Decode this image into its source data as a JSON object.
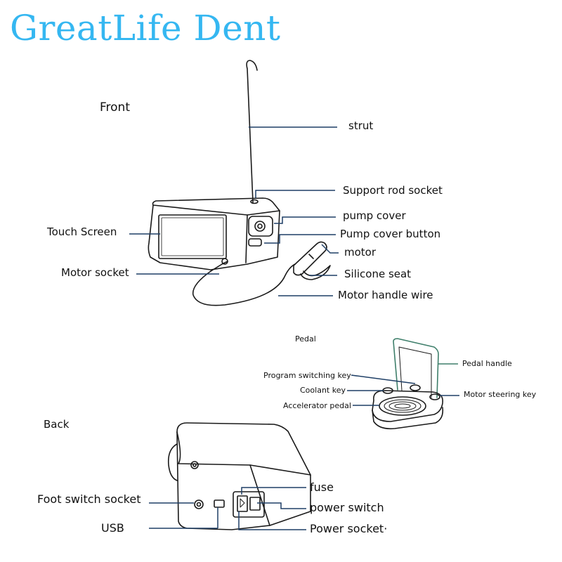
{
  "brand": "GreatLife Dent",
  "sections": {
    "front": "Front",
    "pedal": "Pedal",
    "back": "Back"
  },
  "front_labels": {
    "strut": "strut",
    "support_rod_socket": "Support rod socket",
    "pump_cover": "pump cover",
    "touch_screen": "Touch Screen",
    "pump_cover_button": "Pump cover button",
    "motor": "motor",
    "motor_socket": "Motor socket",
    "silicone_seat": "Silicone seat",
    "motor_handle_wire": "Motor handle wire"
  },
  "pedal_labels": {
    "pedal_handle": "Pedal handle",
    "program_switching_key": "Program switching key",
    "coolant_key": "Coolant key",
    "motor_steering_key": "Motor steering key",
    "accelerator_pedal": "Accelerator pedal"
  },
  "back_labels": {
    "fuse": "fuse",
    "foot_switch_socket": "Foot switch socket",
    "power_switch": "power switch",
    "usb": "USB",
    "power_socket": "Power socket·"
  },
  "colors": {
    "brand": "#35b7f1",
    "leader_line": "#1f3f66",
    "pedal_accent": "#3f7f6b",
    "drawing": "#1a1a1a"
  }
}
